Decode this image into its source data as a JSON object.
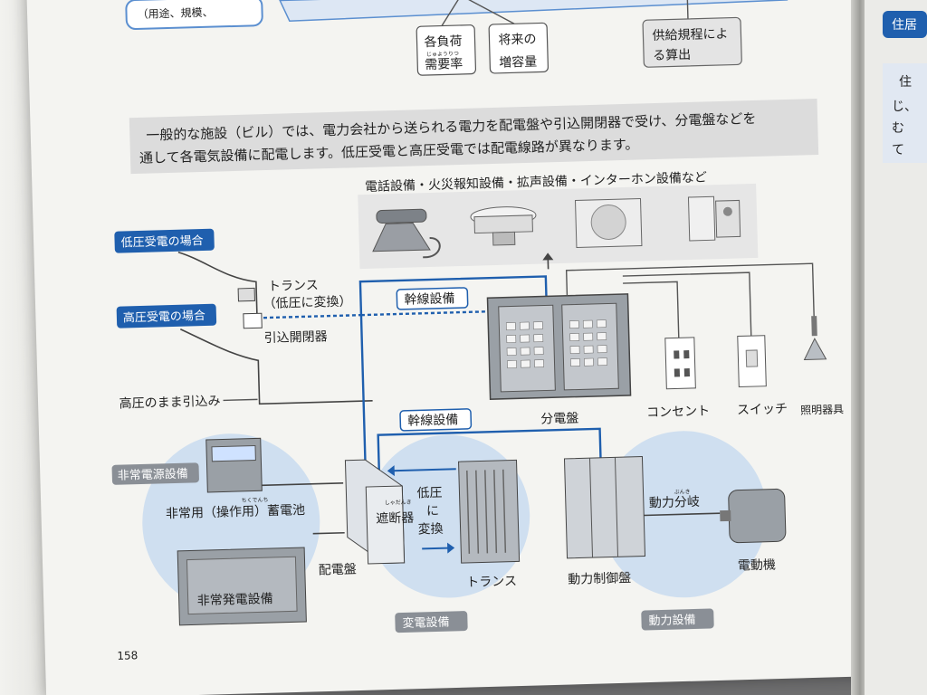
{
  "top_boxes": {
    "left_fragment": "（用途、規模、",
    "demand_rate": [
      "各負荷",
      "需要率"
    ],
    "demand_rate_ruby": "じゅようりつ",
    "future_capacity": [
      "将来の",
      "増容量"
    ],
    "supply_rules": [
      "供給規程によ",
      "る算出"
    ],
    "right_tab": "住居"
  },
  "right_page_fragments": [
    "住居",
    "住",
    "じ、",
    "む",
    "て"
  ],
  "intro": {
    "line1": "一般的な施設（ビル）では、電力会社から送られる電力を配電盤や引込開閉器で受け、分電盤などを",
    "line2": "通して各電気設備に配電します。低圧受電と高圧受電では配電線路が異なります。"
  },
  "diagram": {
    "equipment_caption": "電話設備・火災報知設備・拡声設備・インターホン設備など",
    "low_voltage_case": "低圧受電の場合",
    "high_voltage_case": "高圧受電の場合",
    "transformer_pole": "トランス",
    "transformer_pole_note": "（低圧に変換）",
    "service_switch": "引込開閉器",
    "high_voltage_incoming": "高圧のまま引込み",
    "trunk_line_1": "幹線設備",
    "trunk_line_2": "幹線設備",
    "distribution_board": "分電盤",
    "outlet": "コンセント",
    "switch": "スイッチ",
    "lighting": "照明器具",
    "emergency_power": "非常電源設備",
    "battery": "非常用（操作用）蓄電池",
    "battery_ruby": "ちくでんち",
    "generator": "非常発電設備",
    "switchboard": "配電盤",
    "breaker": "遮断器",
    "breaker_ruby": "しゃだんき",
    "step_down": [
      "低圧",
      "に",
      "変換"
    ],
    "transformer": "トランス",
    "substation": "変電設備",
    "power_control_panel": "動力制御盤",
    "power_branch": "動力分岐",
    "power_branch_ruby": "ぶんき",
    "motor": "電動機",
    "power_equipment": "動力設備"
  },
  "page_number": "158",
  "colors": {
    "accent_blue": "#1f5fae",
    "label_bg": "#8a8f96",
    "panel_gray": "#9aa0a6",
    "circle_blue": "#cfdff0"
  }
}
